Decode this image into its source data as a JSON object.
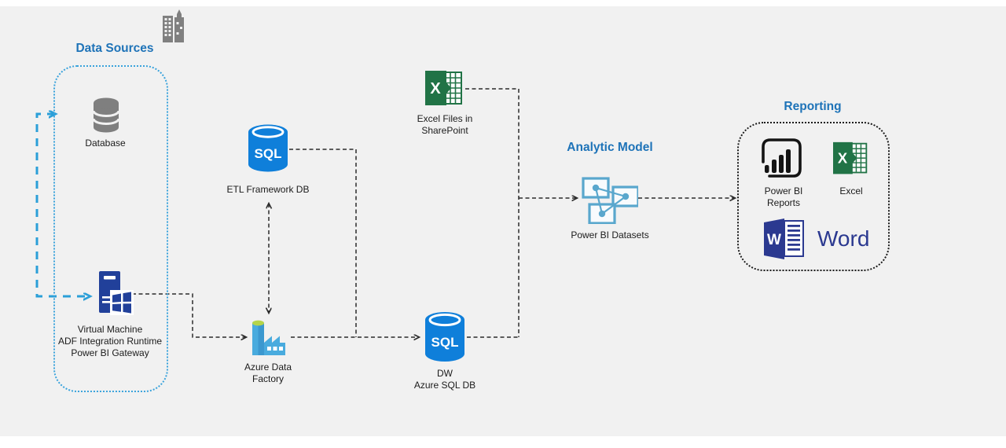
{
  "colors": {
    "background": "#f1f1f1",
    "title_blue": "#1e73b8",
    "flow_blue": "#2b9fd8",
    "connector_black": "#2a2a2a",
    "sql_blue": "#0f7fda",
    "vm_navy": "#21409a",
    "excel_green": "#217346",
    "adf_blue": "#49abde",
    "adf_chimney_green": "#b5d44a",
    "datasets_blue": "#59a7cd",
    "word_indigo": "#2b3990",
    "icon_gray": "#7f7f7f"
  },
  "sections": {
    "data_sources": {
      "title": "Data Sources"
    },
    "analytic_model": {
      "title": "Analytic Model"
    },
    "reporting": {
      "title": "Reporting"
    }
  },
  "nodes": {
    "database": {
      "label": "Database"
    },
    "virtual_machine": {
      "label_line1": "Virtual Machine",
      "label_line2": "ADF Integration Runtime",
      "label_line3": "Power BI Gateway"
    },
    "etl_db": {
      "label": "ETL Framework DB",
      "icon_text": "SQL"
    },
    "adf": {
      "label_line1": "Azure Data",
      "label_line2": "Factory"
    },
    "excel_sharepoint": {
      "label_line1": "Excel Files in",
      "label_line2": "SharePoint",
      "icon_text": "X"
    },
    "dw": {
      "label_line1": "DW",
      "label_line2": "Azure SQL DB",
      "icon_text": "SQL"
    },
    "pbi_datasets": {
      "label": "Power BI Datasets"
    },
    "pbi_reports": {
      "label_line1": "Power BI",
      "label_line2": "Reports"
    },
    "excel_report": {
      "label": "Excel",
      "icon_text": "X"
    },
    "word_report": {
      "label": "Word",
      "icon_text": "W"
    }
  }
}
